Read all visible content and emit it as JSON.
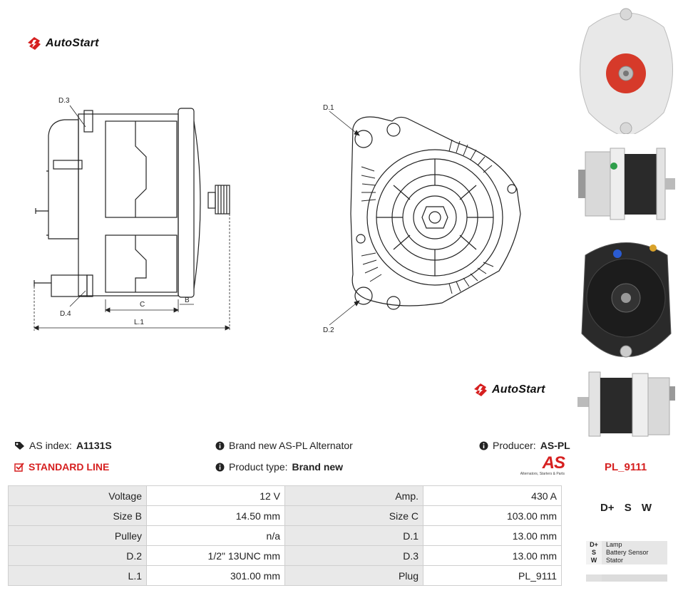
{
  "brand": {
    "name": "AutoStart"
  },
  "drawing_labels": {
    "side": {
      "d3": "D.3",
      "d4": "D.4",
      "c": "C",
      "b": "B",
      "l1": "L.1"
    },
    "front": {
      "d1": "D.1",
      "d2": "D.2"
    }
  },
  "product": {
    "as_index_label": "AS index:",
    "as_index_value": "A1131S",
    "line": "STANDARD LINE",
    "description": "Brand new AS-PL Alternator",
    "type_label": "Product type:",
    "type_value": "Brand new",
    "producer_label": "Producer:",
    "producer_value": "AS-PL",
    "producer_logo_text": "AS",
    "producer_logo_tagline": "Alternators, Starters & Parts",
    "plug_code": "PL_9111"
  },
  "specs": [
    {
      "l1": "Voltage",
      "v1": "12 V",
      "l2": "Amp.",
      "v2": "430 A"
    },
    {
      "l1": "Size B",
      "v1": "14.50 mm",
      "l2": "Size C",
      "v2": "103.00 mm"
    },
    {
      "l1": "Pulley",
      "v1": "n/a",
      "l2": "D.1",
      "v2": "13.00 mm"
    },
    {
      "l1": "D.2",
      "v1": "1/2\" 13UNC mm",
      "l2": "D.3",
      "v2": "13.00 mm"
    },
    {
      "l1": "L.1",
      "v1": "301.00 mm",
      "l2": "Plug",
      "v2": "PL_9111"
    }
  ],
  "pins": {
    "title": "D+ S W"
  },
  "legend": [
    {
      "key": "D+",
      "desc": "Lamp"
    },
    {
      "key": "S",
      "desc": "Battery Sensor"
    },
    {
      "key": "W",
      "desc": "Stator"
    }
  ],
  "icons": {
    "tag": "tag-icon",
    "info": "info-circle-icon",
    "check": "checkbox-icon"
  },
  "colors": {
    "accent": "#d62020",
    "table_label_bg": "#e9e9e9"
  }
}
